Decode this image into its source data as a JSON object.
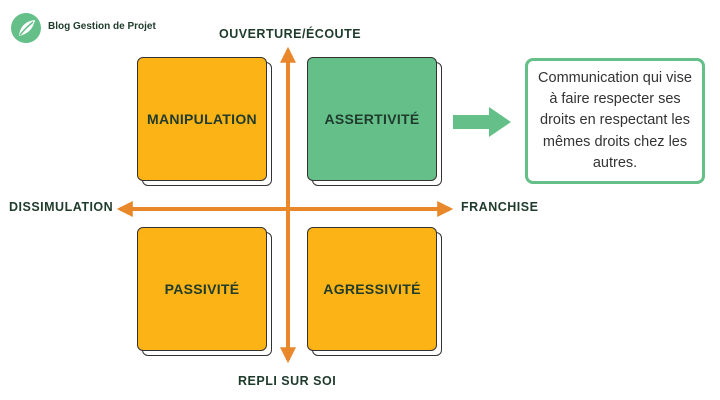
{
  "brand": {
    "name": "Blog Gestion de Projet"
  },
  "axes": {
    "top": "OUVERTURE/ÉCOUTE",
    "bottom": "REPLI SUR SOI",
    "left": "DISSIMULATION",
    "right": "FRANCHISE"
  },
  "quadrants": {
    "top_left": "MANIPULATION",
    "top_right": "ASSERTIVITÉ",
    "bottom_left": "PASSIVITÉ",
    "bottom_right": "AGRESSIVITÉ"
  },
  "callout": {
    "text": "Communication qui vise à  faire respecter ses droits en respectant les mêmes droits  chez les autres."
  },
  "colors": {
    "yellow": "#fbb316",
    "green": "#64bf89",
    "arrow_orange": "#e9882a",
    "text_dark": "#1f3b2c"
  }
}
